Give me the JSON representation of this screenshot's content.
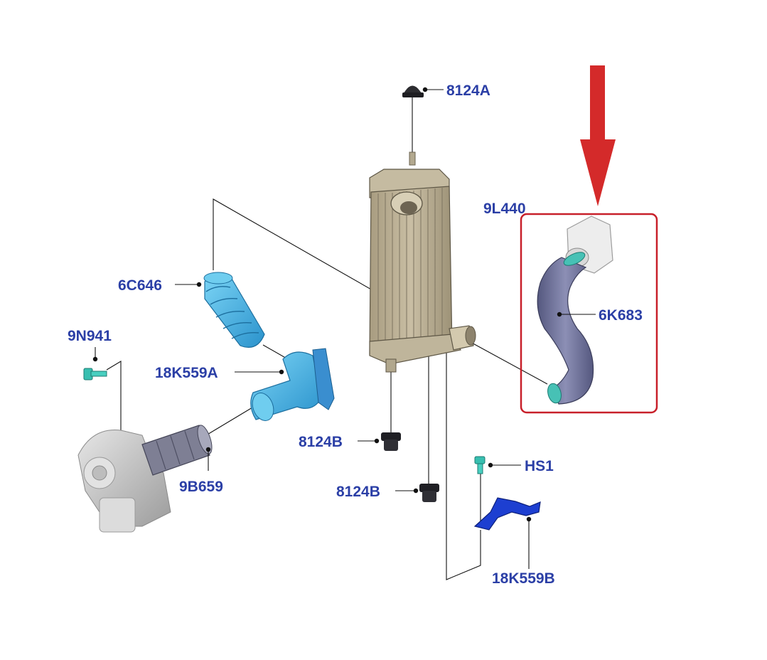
{
  "parts": {
    "p8124A": "8124A",
    "p9L440": "9L440",
    "p6C646": "6C646",
    "p9N941": "9N941",
    "p18K559A": "18K559A",
    "p9B659": "9B659",
    "p8124B_upper": "8124B",
    "p8124B_lower": "8124B",
    "pHS1": "HS1",
    "p18K559B": "18K559B",
    "p6K683": "6K683"
  },
  "colors": {
    "label": "#2b3fa6",
    "highlight_box": "#c8202a",
    "arrow": "#d42a2a",
    "intercooler": "#b9ad92",
    "hose_cyan": "#3fb6e6",
    "hose_blue": "#2a8cc9",
    "hose_purple": "#6b6e98",
    "bracket_blue": "#1d3fd1",
    "grommet": "#2c2c30",
    "turbo_grey": "#d6d6d6"
  },
  "icons": {
    "indicator": "down-arrow-icon"
  }
}
